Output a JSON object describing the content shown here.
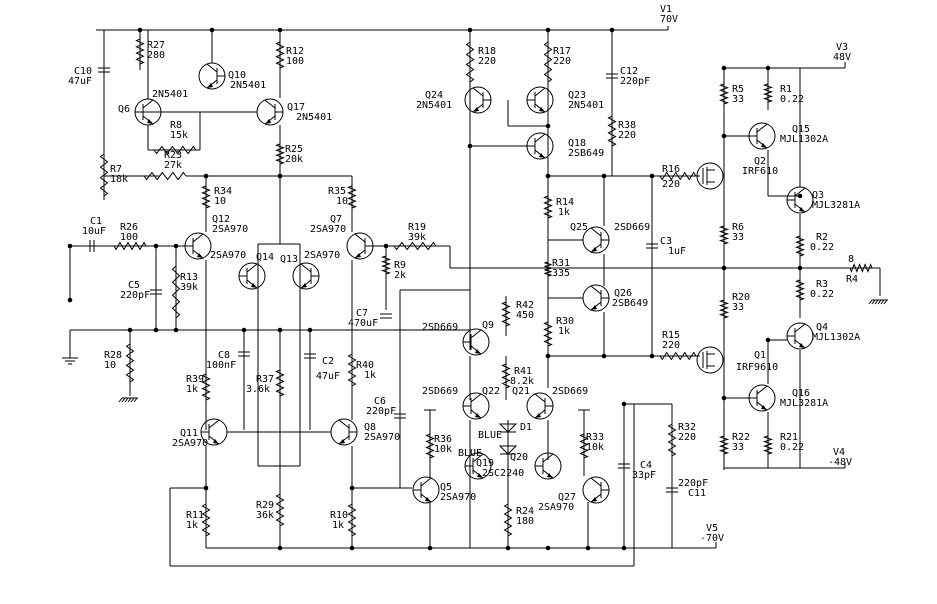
{
  "labels": [
    {
      "id": "v1",
      "lines": [
        "V1",
        "70V"
      ]
    },
    {
      "id": "v3",
      "lines": [
        "V3",
        "48V"
      ]
    },
    {
      "id": "v4",
      "lines": [
        "V4",
        "-48V"
      ]
    },
    {
      "id": "v5",
      "lines": [
        "V5",
        "-70V"
      ]
    },
    {
      "id": "c10",
      "lines": [
        "C10",
        "47uF"
      ]
    },
    {
      "id": "r27",
      "lines": [
        "R27",
        "280"
      ]
    },
    {
      "id": "q10",
      "lines": [
        "Q10",
        "2N5401"
      ]
    },
    {
      "id": "q6",
      "lines": [
        "Q6",
        "2N5401"
      ]
    },
    {
      "id": "r8",
      "lines": [
        "R8",
        "15k"
      ]
    },
    {
      "id": "r23",
      "lines": [
        "R23",
        "27k"
      ]
    },
    {
      "id": "r7",
      "lines": [
        "R7",
        "18k"
      ]
    },
    {
      "id": "r12",
      "lines": [
        "R12",
        "100"
      ]
    },
    {
      "id": "q17",
      "lines": [
        "Q17",
        "2N5401"
      ]
    },
    {
      "id": "r25",
      "lines": [
        "R25",
        "20k"
      ]
    },
    {
      "id": "r18",
      "lines": [
        "R18",
        "220"
      ]
    },
    {
      "id": "r17",
      "lines": [
        "R17",
        "220"
      ]
    },
    {
      "id": "q24",
      "lines": [
        "Q24",
        "2N5401"
      ]
    },
    {
      "id": "q23",
      "lines": [
        "Q23",
        "2N5401"
      ]
    },
    {
      "id": "q18",
      "lines": [
        "Q18",
        "2SB649"
      ]
    },
    {
      "id": "c12",
      "lines": [
        "C12",
        "220pF"
      ]
    },
    {
      "id": "r38",
      "lines": [
        "R38",
        "220"
      ]
    },
    {
      "id": "r5",
      "lines": [
        "R5",
        "33"
      ]
    },
    {
      "id": "r1",
      "lines": [
        "R1",
        "0.22"
      ]
    },
    {
      "id": "q15",
      "lines": [
        "Q15",
        "MJL1302A"
      ]
    },
    {
      "id": "q2",
      "lines": [
        "Q2",
        "IRF610"
      ]
    },
    {
      "id": "r16",
      "lines": [
        "R16",
        "220"
      ]
    },
    {
      "id": "q3",
      "lines": [
        "Q3",
        "MJL3281A"
      ]
    },
    {
      "id": "r6",
      "lines": [
        "R6",
        "33"
      ]
    },
    {
      "id": "r2",
      "lines": [
        "R2",
        "0.22"
      ]
    },
    {
      "id": "r4",
      "lines": [
        "8",
        "R4"
      ]
    },
    {
      "id": "r3",
      "lines": [
        "R3",
        "0.22"
      ]
    },
    {
      "id": "r20",
      "lines": [
        "R20",
        "33"
      ]
    },
    {
      "id": "q4",
      "lines": [
        "Q4",
        "MJL1302A"
      ]
    },
    {
      "id": "r15",
      "lines": [
        "R15",
        "220"
      ]
    },
    {
      "id": "q1",
      "lines": [
        "Q1",
        "IRF9610"
      ]
    },
    {
      "id": "q16",
      "lines": [
        "Q16",
        "MJL3281A"
      ]
    },
    {
      "id": "r22",
      "lines": [
        "R22",
        "33"
      ]
    },
    {
      "id": "r21",
      "lines": [
        "R21",
        "0.22"
      ]
    },
    {
      "id": "r34",
      "lines": [
        "R34",
        "10"
      ]
    },
    {
      "id": "r35",
      "lines": [
        "R35",
        "10"
      ]
    },
    {
      "id": "c1",
      "lines": [
        "C1",
        "10uF"
      ]
    },
    {
      "id": "r26",
      "lines": [
        "R26",
        "100"
      ]
    },
    {
      "id": "q12",
      "lines": [
        "Q12",
        "2SA970"
      ]
    },
    {
      "id": "q7",
      "lines": [
        "Q7",
        "2SA970"
      ]
    },
    {
      "id": "r19",
      "lines": [
        "R19",
        "39k"
      ]
    },
    {
      "id": "r14",
      "lines": [
        "R14",
        "1k"
      ]
    },
    {
      "id": "q25",
      "lines": [
        "Q25",
        "2SD669"
      ]
    },
    {
      "id": "c3",
      "lines": [
        "C3",
        "1uF"
      ]
    },
    {
      "id": "q14",
      "lines": [
        "Q14",
        "2SA970"
      ]
    },
    {
      "id": "q13",
      "lines": [
        "Q13",
        "2SA970"
      ]
    },
    {
      "id": "r9",
      "lines": [
        "R9",
        "2k"
      ]
    },
    {
      "id": "r31",
      "lines": [
        "R31",
        "335"
      ]
    },
    {
      "id": "c5",
      "lines": [
        "C5",
        "220pF"
      ]
    },
    {
      "id": "r13",
      "lines": [
        "R13",
        "39k"
      ]
    },
    {
      "id": "c7",
      "lines": [
        "C7",
        "470uF"
      ]
    },
    {
      "id": "r42",
      "lines": [
        "R42",
        "450"
      ]
    },
    {
      "id": "q26",
      "lines": [
        "Q26",
        "2SB649"
      ]
    },
    {
      "id": "q9",
      "lines": [
        "Q9",
        "2SD669"
      ]
    },
    {
      "id": "r30",
      "lines": [
        "R30",
        "1k"
      ]
    },
    {
      "id": "r28",
      "lines": [
        "R28",
        "10"
      ]
    },
    {
      "id": "c8",
      "lines": [
        "C8",
        "100nF"
      ]
    },
    {
      "id": "c2",
      "lines": [
        "C2",
        "47uF"
      ]
    },
    {
      "id": "r39",
      "lines": [
        "R39",
        "1k"
      ]
    },
    {
      "id": "r37",
      "lines": [
        "R37",
        "3.6k"
      ]
    },
    {
      "id": "r40",
      "lines": [
        "R40",
        "1k"
      ]
    },
    {
      "id": "r41",
      "lines": [
        "R41",
        "8.2k"
      ]
    },
    {
      "id": "q22",
      "lines": [
        "Q22",
        "2SD669"
      ]
    },
    {
      "id": "q21",
      "lines": [
        "Q21",
        "2SD669"
      ]
    },
    {
      "id": "c6",
      "lines": [
        "C6",
        "220pF"
      ]
    },
    {
      "id": "d1",
      "lines": [
        "D1"
      ]
    },
    {
      "id": "blue1",
      "lines": [
        "BLUE"
      ]
    },
    {
      "id": "q11",
      "lines": [
        "Q11",
        "2SA970"
      ]
    },
    {
      "id": "q8",
      "lines": [
        "Q8",
        "2SA970"
      ]
    },
    {
      "id": "r36",
      "lines": [
        "R36",
        "10k"
      ]
    },
    {
      "id": "q19",
      "lines": [
        "Q19",
        "BLUE"
      ]
    },
    {
      "id": "q20",
      "lines": [
        "Q20",
        "2SC2240"
      ]
    },
    {
      "id": "r33",
      "lines": [
        "R33",
        "10k"
      ]
    },
    {
      "id": "r32",
      "lines": [
        "R32",
        "220"
      ]
    },
    {
      "id": "c4",
      "lines": [
        "C4",
        "33pF"
      ]
    },
    {
      "id": "c11",
      "lines": [
        "220pF",
        "C11"
      ]
    },
    {
      "id": "q5",
      "lines": [
        "Q5",
        "2SA970"
      ]
    },
    {
      "id": "q27",
      "lines": [
        "Q27",
        "2SA970"
      ]
    },
    {
      "id": "r11",
      "lines": [
        "R11",
        "1k"
      ]
    },
    {
      "id": "r29",
      "lines": [
        "R29",
        "36k"
      ]
    },
    {
      "id": "r10",
      "lines": [
        "R10",
        "1k"
      ]
    },
    {
      "id": "r24",
      "lines": [
        "R24",
        "180"
      ]
    }
  ]
}
